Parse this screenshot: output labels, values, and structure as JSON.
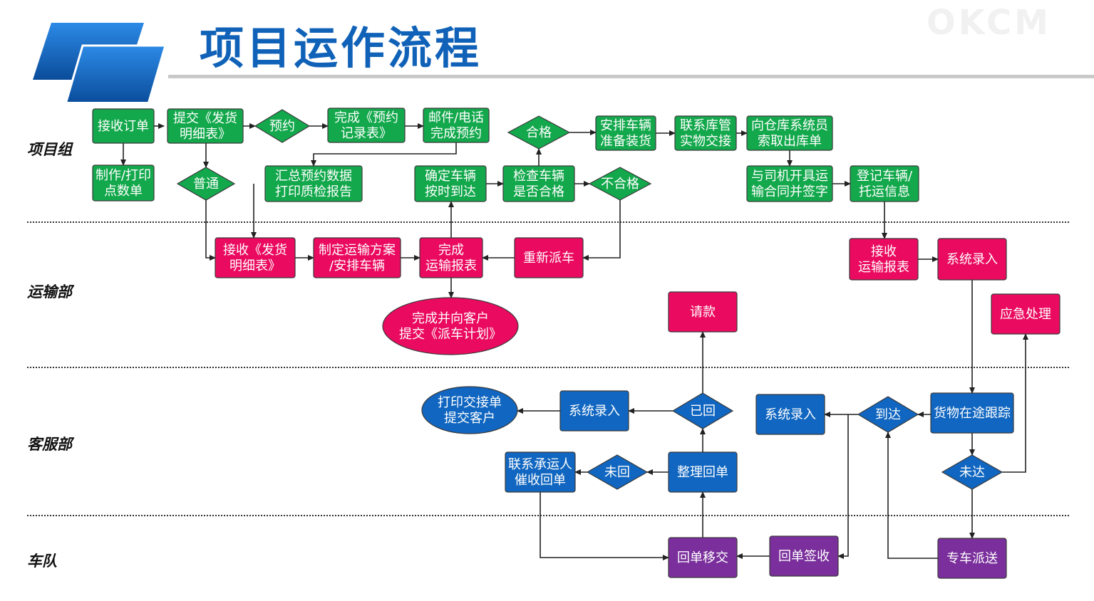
{
  "title": "项目运作流程",
  "watermark": "OKCM",
  "colors": {
    "green": "#13a84c",
    "pink": "#ea0a5f",
    "blue": "#1066c0",
    "purple": "#7a2f9c",
    "title": "#1062b8",
    "logo": "#0b5fb5"
  },
  "lanes": [
    {
      "label": "项目组"
    },
    {
      "label": "运输部"
    },
    {
      "label": "客服部"
    },
    {
      "label": "车队"
    }
  ],
  "nodes": {
    "receive_order": {
      "label": "接收订单"
    },
    "make_print_count": {
      "label": "制作/打印\n点数单"
    },
    "submit_shipping_list": {
      "label": "提交《发货\n明细表》"
    },
    "ordinary": {
      "label": "普通"
    },
    "reserve": {
      "label": "预约"
    },
    "complete_reservation_record": {
      "label": "完成《预约\n记录表》"
    },
    "email_phone_reservation": {
      "label": "邮件/电话\n完成预约"
    },
    "summarize_reservation_data": {
      "label": "汇总预约数据\n打印质检报告"
    },
    "confirm_vehicle_arrival": {
      "label": "确定车辆\n按时到达"
    },
    "check_vehicle_qualified": {
      "label": "检查车辆\n是否合格"
    },
    "qualified": {
      "label": "合格"
    },
    "unqualified": {
      "label": "不合格"
    },
    "arrange_vehicle_loading": {
      "label": "安排车辆\n准备装货"
    },
    "contact_warehouse_handover": {
      "label": "联系库管\n实物交接"
    },
    "get_outbound_slip": {
      "label": "向仓库系统员\n索取出库单"
    },
    "sign_contract_with_driver": {
      "label": "与司机开具运\n输合同并签字"
    },
    "register_vehicle_info": {
      "label": "登记车辆/\n托运信息"
    },
    "transport_receive_list": {
      "label": "接收《发货\n明细表》"
    },
    "make_transport_plan": {
      "label": "制定运输方案\n/安排车辆"
    },
    "complete_transport_report": {
      "label": "完成\n运输报表"
    },
    "redispatch": {
      "label": "重新派车"
    },
    "submit_dispatch_plan": {
      "label": "完成并向客户\n提交《派车计划》"
    },
    "receive_transport_report": {
      "label": "接收\n运输报表"
    },
    "system_entry_transport": {
      "label": "系统录入"
    },
    "emergency_handling": {
      "label": "应急处理"
    },
    "request_payment": {
      "label": "请款"
    },
    "print_handover": {
      "label": "打印交接单\n提交客户"
    },
    "system_entry_cs1": {
      "label": "系统录入"
    },
    "returned": {
      "label": "已回"
    },
    "system_entry_cs2": {
      "label": "系统录入"
    },
    "arrived": {
      "label": "到达"
    },
    "cargo_tracking": {
      "label": "货物在途跟踪"
    },
    "contact_carrier": {
      "label": "联系承运人\n催收回单"
    },
    "not_returned": {
      "label": "未回"
    },
    "sort_receipts": {
      "label": "整理回单"
    },
    "not_arrived": {
      "label": "未达"
    },
    "receipt_transfer": {
      "label": "回单移交"
    },
    "receipt_sign": {
      "label": "回单签收"
    },
    "dedicated_delivery": {
      "label": "专车派送"
    }
  }
}
